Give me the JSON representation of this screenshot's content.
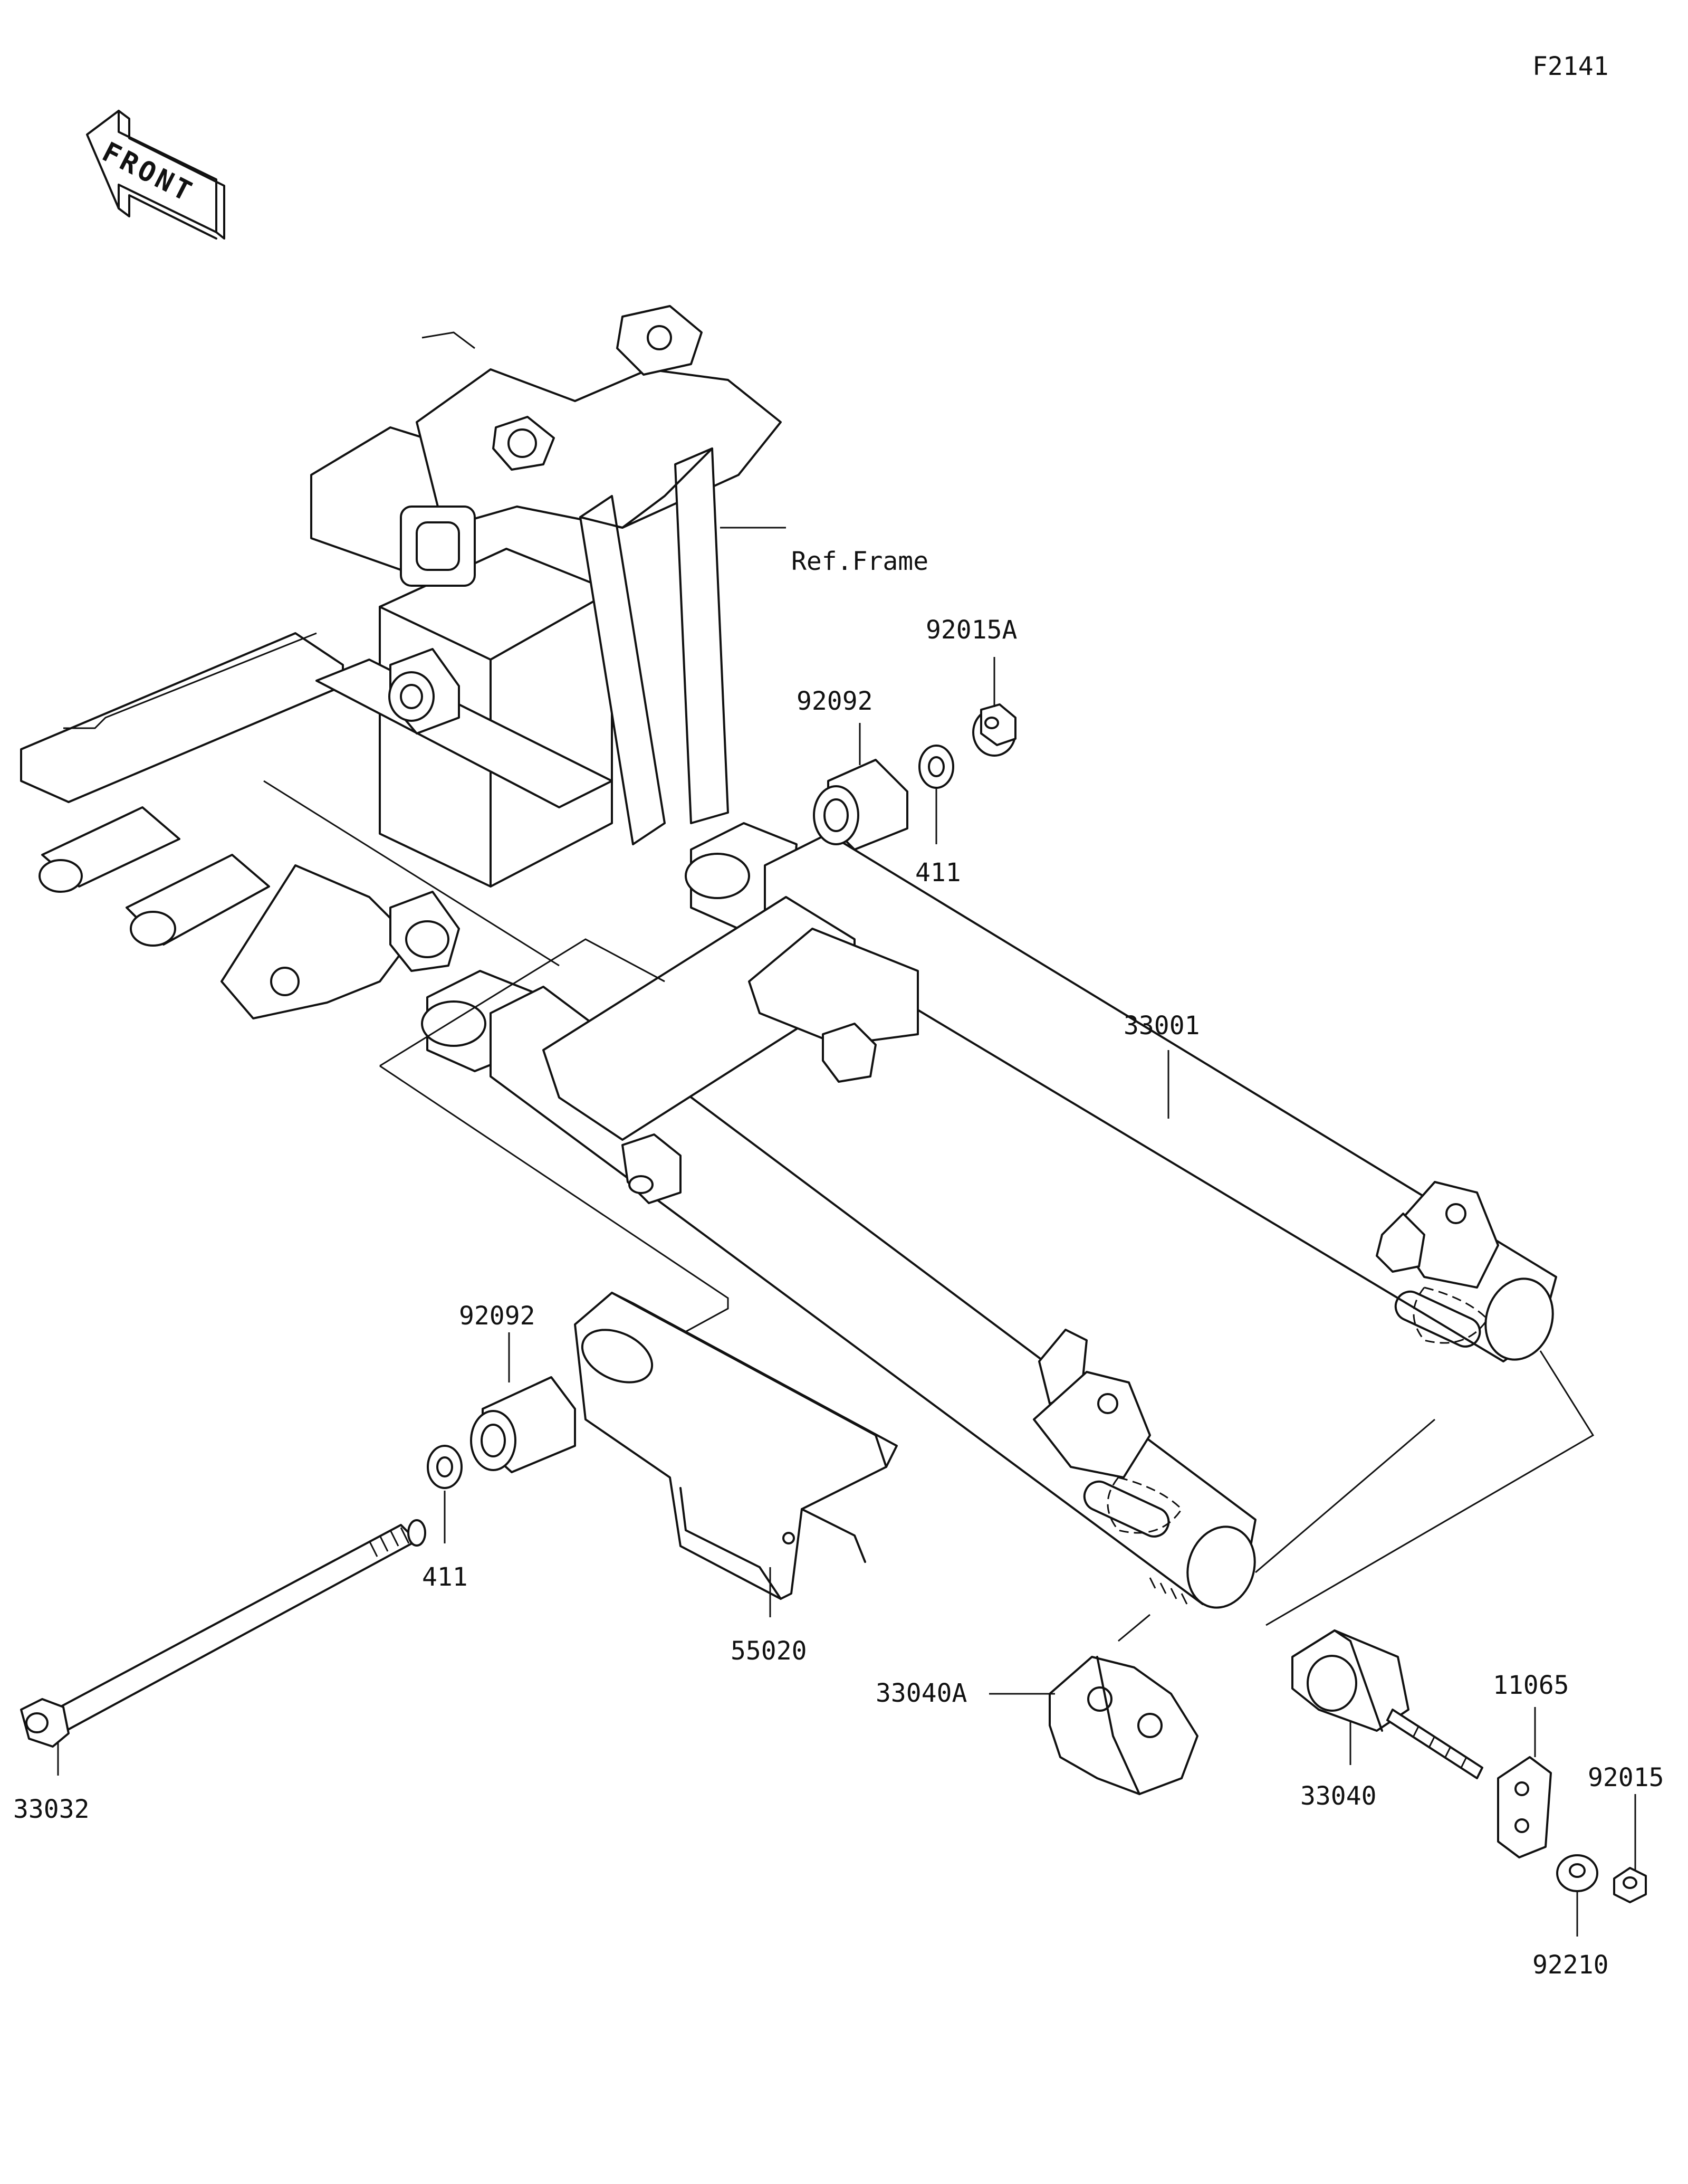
{
  "diagram": {
    "code": "F2141",
    "front_label": "FRONT",
    "labels": {
      "ref_frame": "Ref.Frame",
      "p92015A": "92015A",
      "p92092_top": "92092",
      "p411_top": "411",
      "p33001": "33001",
      "p92092_bottom": "92092",
      "p411_bottom": "411",
      "p55020": "55020",
      "p33032": "33032",
      "p33040A": "33040A",
      "p33040": "33040",
      "p11065": "11065",
      "p92015": "92015",
      "p92210": "92210"
    }
  }
}
